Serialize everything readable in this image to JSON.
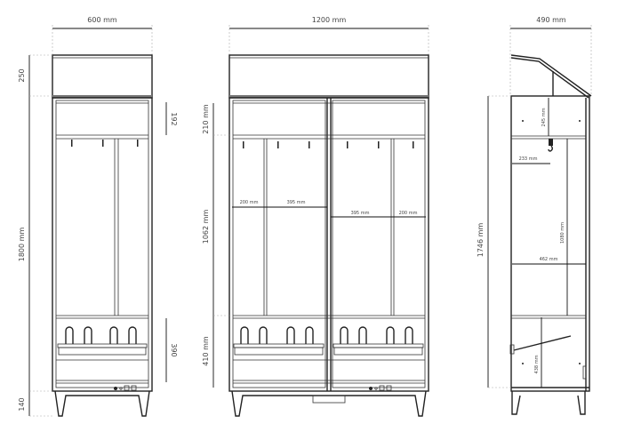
{
  "front_single": {
    "width": "600 mm",
    "top_height": "250",
    "body_height": "1800 mm",
    "shelf_gap": "192",
    "boot_zone": "390",
    "leg_height": "140"
  },
  "front_double": {
    "width": "1200 mm",
    "top_zone": "210 mm",
    "hanging_zone": "1062 mm",
    "boot_zone": "410 mm",
    "left_narrow": "200 mm",
    "left_wide": "395 mm",
    "right_wide": "395 mm",
    "right_narrow": "200 mm"
  },
  "side": {
    "depth": "490 mm",
    "height": "1746 mm",
    "top_zone": "245 mm",
    "hook_offset": "233 mm",
    "hanging_height": "1080 mm",
    "inner_depth": "462 mm",
    "bottom_zone": "438 mm"
  }
}
